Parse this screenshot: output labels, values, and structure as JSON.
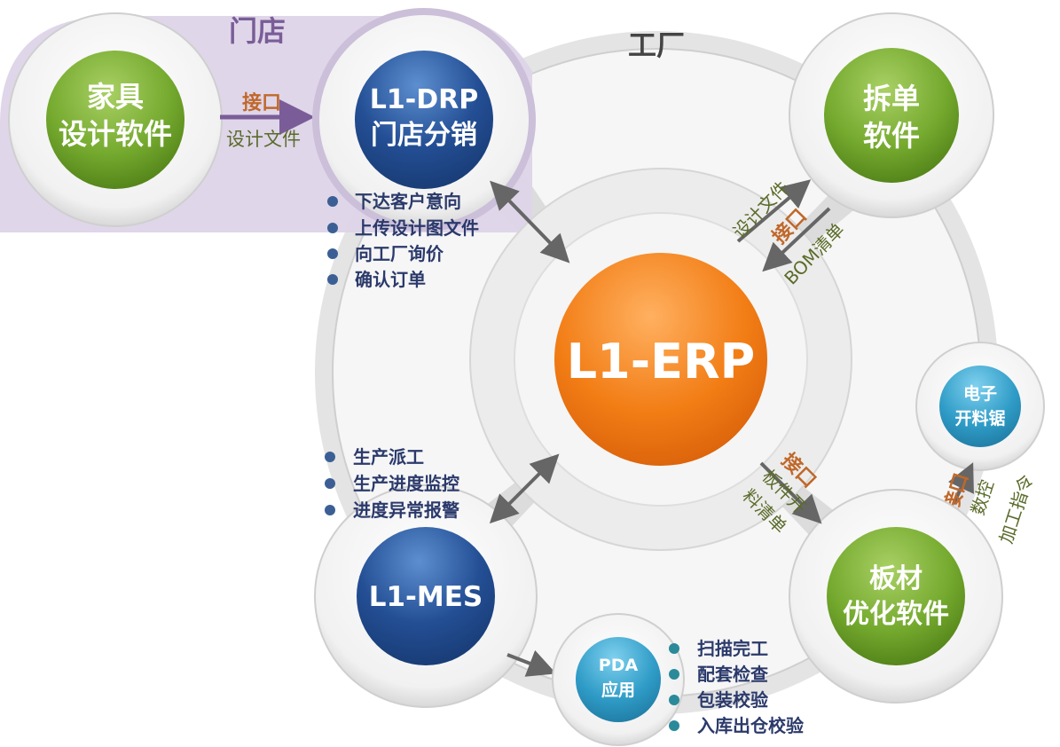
{
  "regions": {
    "store": "门店",
    "factory": "工厂"
  },
  "nodes": {
    "furniture_software": {
      "line1": "家具",
      "line2": "设计软件"
    },
    "drp": {
      "line1": "L1-DRP",
      "line2": "门店分销"
    },
    "erp": {
      "label": "L1-ERP"
    },
    "split_software": {
      "line1": "拆单",
      "line2": "软件"
    },
    "saw": {
      "line1": "电子",
      "line2": "开料锯"
    },
    "board_software": {
      "line1": "板材",
      "line2": "优化软件"
    },
    "mes": {
      "label": "L1-MES"
    },
    "pda": {
      "line1": "PDA",
      "line2": "应用"
    }
  },
  "connectors": {
    "store_interface": {
      "title": "接口",
      "sub": "设计文件"
    },
    "split_interface": {
      "title": "接口",
      "out": "设计文件",
      "in": "BOM清单"
    },
    "board_interface": {
      "title": "接口",
      "line1": "板件开",
      "line2": "料清单"
    },
    "saw_interface": {
      "title": "接口",
      "line1": "数控",
      "line2": "加工指令"
    }
  },
  "lists": {
    "drp_features": [
      "下达客户意向",
      "上传设计图文件",
      "向工厂询价",
      "确认订单"
    ],
    "mes_features": [
      "生产派工",
      "生产进度监控",
      "进度异常报警"
    ],
    "pda_features": [
      "扫描完工",
      "配套检查",
      "包装校验",
      "入库出仓校验"
    ]
  },
  "colors": {
    "orange": "#f07a12",
    "green": "#6fa62a",
    "blue": "#1f4f96",
    "teal": "#2f9cc7",
    "purple_band": "#ddd4e8",
    "store_label": "#7a5d98",
    "interface_label": "#c0682a",
    "annotation": "#5a6b2a",
    "bullet_text": "#2b3a6b"
  }
}
